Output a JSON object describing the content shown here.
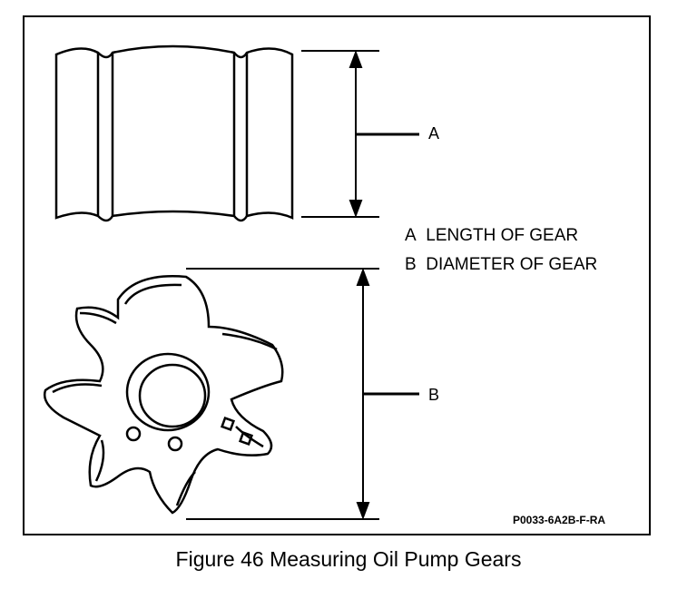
{
  "diagram": {
    "callout_a": "A",
    "callout_b": "B",
    "legend": [
      {
        "letter": "A",
        "text": "LENGTH OF GEAR"
      },
      {
        "letter": "B",
        "text": "DIAMETER OF GEAR"
      }
    ],
    "reference_code": "P0033-6A2B-F-RA"
  },
  "caption": "Figure 46 Measuring Oil Pump Gears"
}
